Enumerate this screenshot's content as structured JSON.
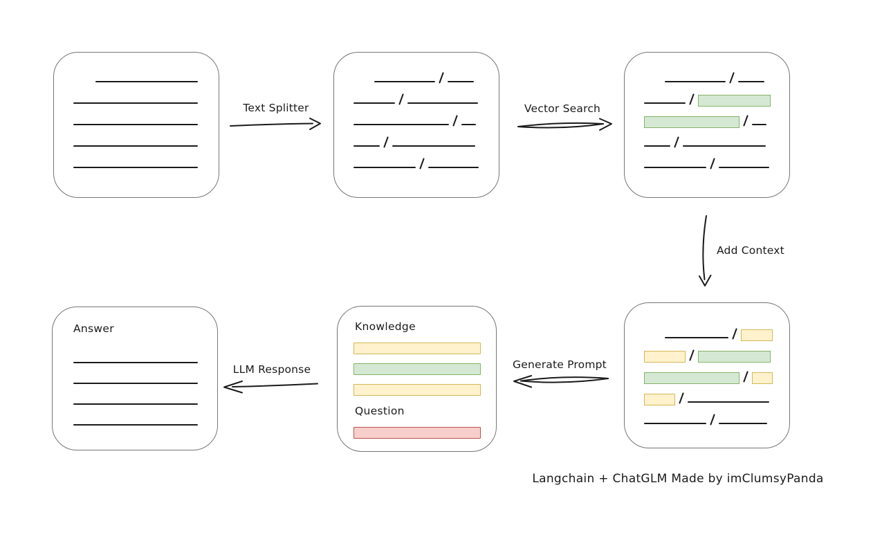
{
  "caption": "Langchain + ChatGLM Made by imClumsyPanda",
  "labels": {
    "text_splitter": "Text Splitter",
    "vector_search": "Vector Search",
    "add_context": "Add Context",
    "generate_prompt": "Generate Prompt",
    "llm_response": "LLM Response"
  },
  "colors": {
    "ink": "#1a1a1a",
    "box_border": "#757575",
    "green_fill": "#d5e8d4",
    "green_border": "#82b366",
    "yellow_fill": "#fff2cc",
    "yellow_border": "#d6b656",
    "red_fill": "#f8cecc",
    "red_border": "#b85450"
  },
  "boxes": {
    "document": {
      "rows": [
        {
          "indent": 60,
          "segments": [
            {
              "type": "line",
              "w": 148
            }
          ]
        },
        {
          "indent": 28,
          "segments": [
            {
              "type": "line",
              "w": 180
            }
          ]
        },
        {
          "indent": 28,
          "segments": [
            {
              "type": "line",
              "w": 180
            }
          ]
        },
        {
          "indent": 28,
          "segments": [
            {
              "type": "line",
              "w": 180
            }
          ]
        },
        {
          "indent": 28,
          "segments": [
            {
              "type": "line",
              "w": 180
            }
          ]
        }
      ]
    },
    "split_text": {
      "rows": [
        {
          "indent": 58,
          "segments": [
            {
              "type": "line",
              "w": 88
            },
            {
              "type": "line",
              "w": 38
            }
          ]
        },
        {
          "indent": 28,
          "segments": [
            {
              "type": "line",
              "w": 60
            },
            {
              "type": "line",
              "w": 102
            }
          ]
        },
        {
          "indent": 28,
          "segments": [
            {
              "type": "line",
              "w": 138
            },
            {
              "type": "line",
              "w": 21
            }
          ]
        },
        {
          "indent": 28,
          "segments": [
            {
              "type": "line",
              "w": 38
            },
            {
              "type": "line",
              "w": 120
            }
          ]
        },
        {
          "indent": 28,
          "segments": [
            {
              "type": "line",
              "w": 90
            },
            {
              "type": "line",
              "w": 73
            }
          ]
        }
      ]
    },
    "search_results": {
      "rows": [
        {
          "indent": 58,
          "segments": [
            {
              "type": "line",
              "w": 88
            },
            {
              "type": "line",
              "w": 38
            }
          ]
        },
        {
          "indent": 28,
          "segments": [
            {
              "type": "line",
              "w": 60
            },
            {
              "type": "green",
              "w": 105
            }
          ]
        },
        {
          "indent": 28,
          "segments": [
            {
              "type": "green",
              "w": 138
            },
            {
              "type": "line",
              "w": 21
            }
          ]
        },
        {
          "indent": 28,
          "segments": [
            {
              "type": "line",
              "w": 38
            },
            {
              "type": "line",
              "w": 120
            }
          ]
        },
        {
          "indent": 28,
          "segments": [
            {
              "type": "line",
              "w": 90
            },
            {
              "type": "line",
              "w": 73
            }
          ]
        }
      ]
    },
    "context": {
      "rows": [
        {
          "indent": 58,
          "segments": [
            {
              "type": "line",
              "w": 92
            },
            {
              "type": "yellow",
              "w": 46
            }
          ]
        },
        {
          "indent": 28,
          "segments": [
            {
              "type": "yellow",
              "w": 60
            },
            {
              "type": "green",
              "w": 105
            }
          ]
        },
        {
          "indent": 28,
          "segments": [
            {
              "type": "green",
              "w": 138
            },
            {
              "type": "yellow",
              "w": 30
            }
          ]
        },
        {
          "indent": 28,
          "segments": [
            {
              "type": "yellow",
              "w": 45
            },
            {
              "type": "line",
              "w": 118
            }
          ]
        },
        {
          "indent": 28,
          "segments": [
            {
              "type": "line",
              "w": 90
            },
            {
              "type": "line",
              "w": 70
            }
          ]
        }
      ]
    },
    "prompt": {
      "knowledge_label": "Knowledge",
      "question_label": "Question",
      "knowledge_bars": [
        "yellow",
        "green",
        "yellow"
      ],
      "question_bars": [
        "red"
      ]
    },
    "answer": {
      "heading": "Answer",
      "rows": [
        {
          "indent": 30,
          "segments": [
            {
              "type": "line",
              "w": 180
            }
          ]
        },
        {
          "indent": 30,
          "segments": [
            {
              "type": "line",
              "w": 180
            }
          ]
        },
        {
          "indent": 30,
          "segments": [
            {
              "type": "line",
              "w": 180
            }
          ]
        },
        {
          "indent": 30,
          "segments": [
            {
              "type": "line",
              "w": 180
            }
          ]
        }
      ]
    }
  }
}
